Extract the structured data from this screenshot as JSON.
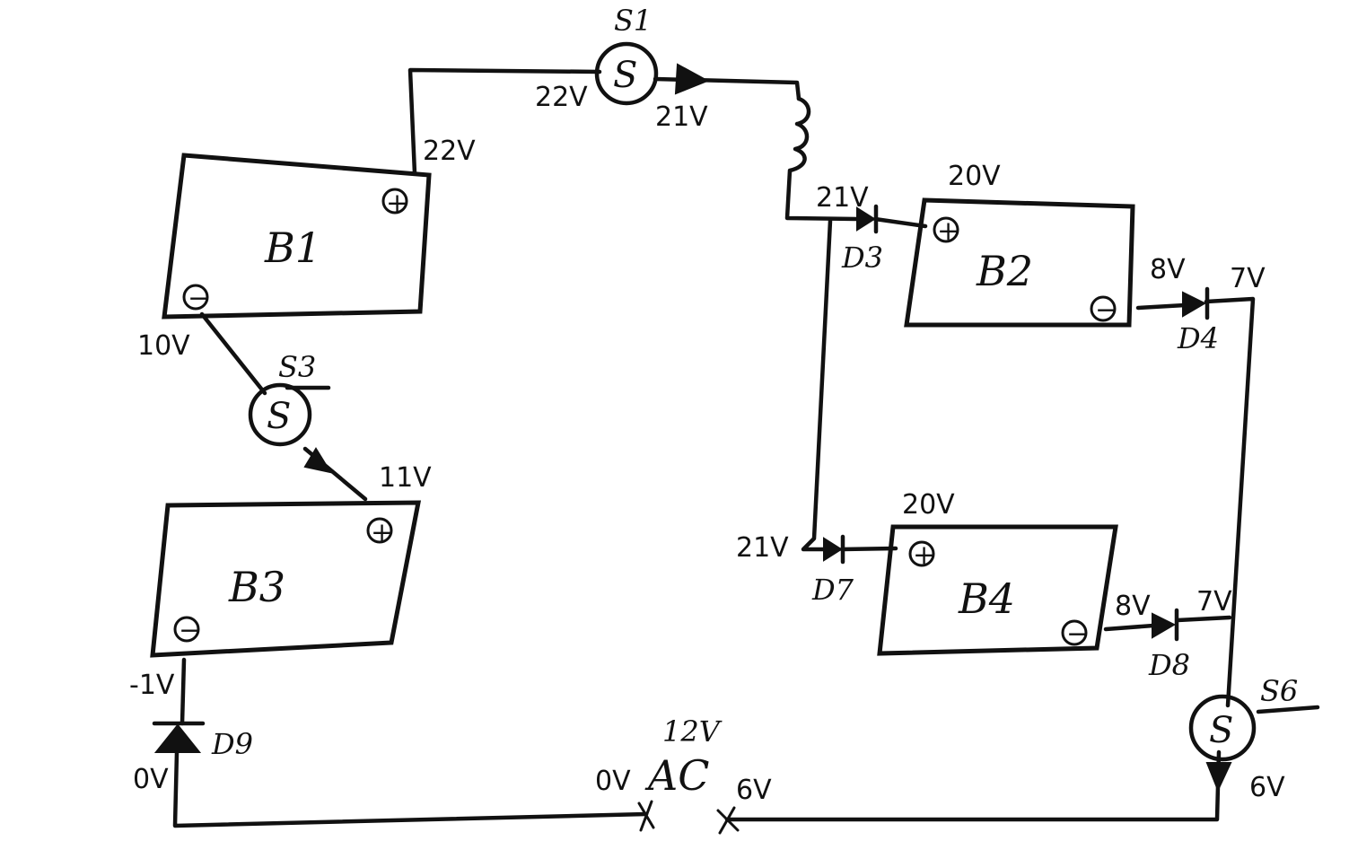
{
  "batteries": {
    "b1": {
      "label": "B1",
      "plus": "+",
      "minus": "−"
    },
    "b2": {
      "label": "B2",
      "plus": "+",
      "minus": "−"
    },
    "b3": {
      "label": "B3",
      "plus": "+",
      "minus": "−"
    },
    "b4": {
      "label": "B4",
      "plus": "+",
      "minus": "−"
    }
  },
  "switches": {
    "s1": {
      "symbol": "S",
      "label": "S1"
    },
    "s3": {
      "symbol": "S",
      "label": "S3"
    },
    "s6": {
      "symbol": "S",
      "label": "S6"
    }
  },
  "diodes": {
    "d3": "D3",
    "d4": "D4",
    "d7": "D7",
    "d8": "D8",
    "d9": "D9"
  },
  "source": {
    "rating": "12V",
    "type": "AC"
  },
  "voltages": {
    "s1_in": "22V",
    "s1_out": "21V",
    "b1_plus": "22V",
    "b1_minus": "10V",
    "b3_plus": "11V",
    "b3_minus": "-1V",
    "d9_bottom": "0V",
    "ac_left": "0V",
    "ac_right": "6V",
    "s6_out": "6V",
    "d3_in": "21V",
    "b2_plus": "20V",
    "b2_minus": "8V",
    "d4_out": "7V",
    "d7_in": "21V",
    "b4_plus": "20V",
    "b4_minus": "8V",
    "d8_out": "7V"
  }
}
